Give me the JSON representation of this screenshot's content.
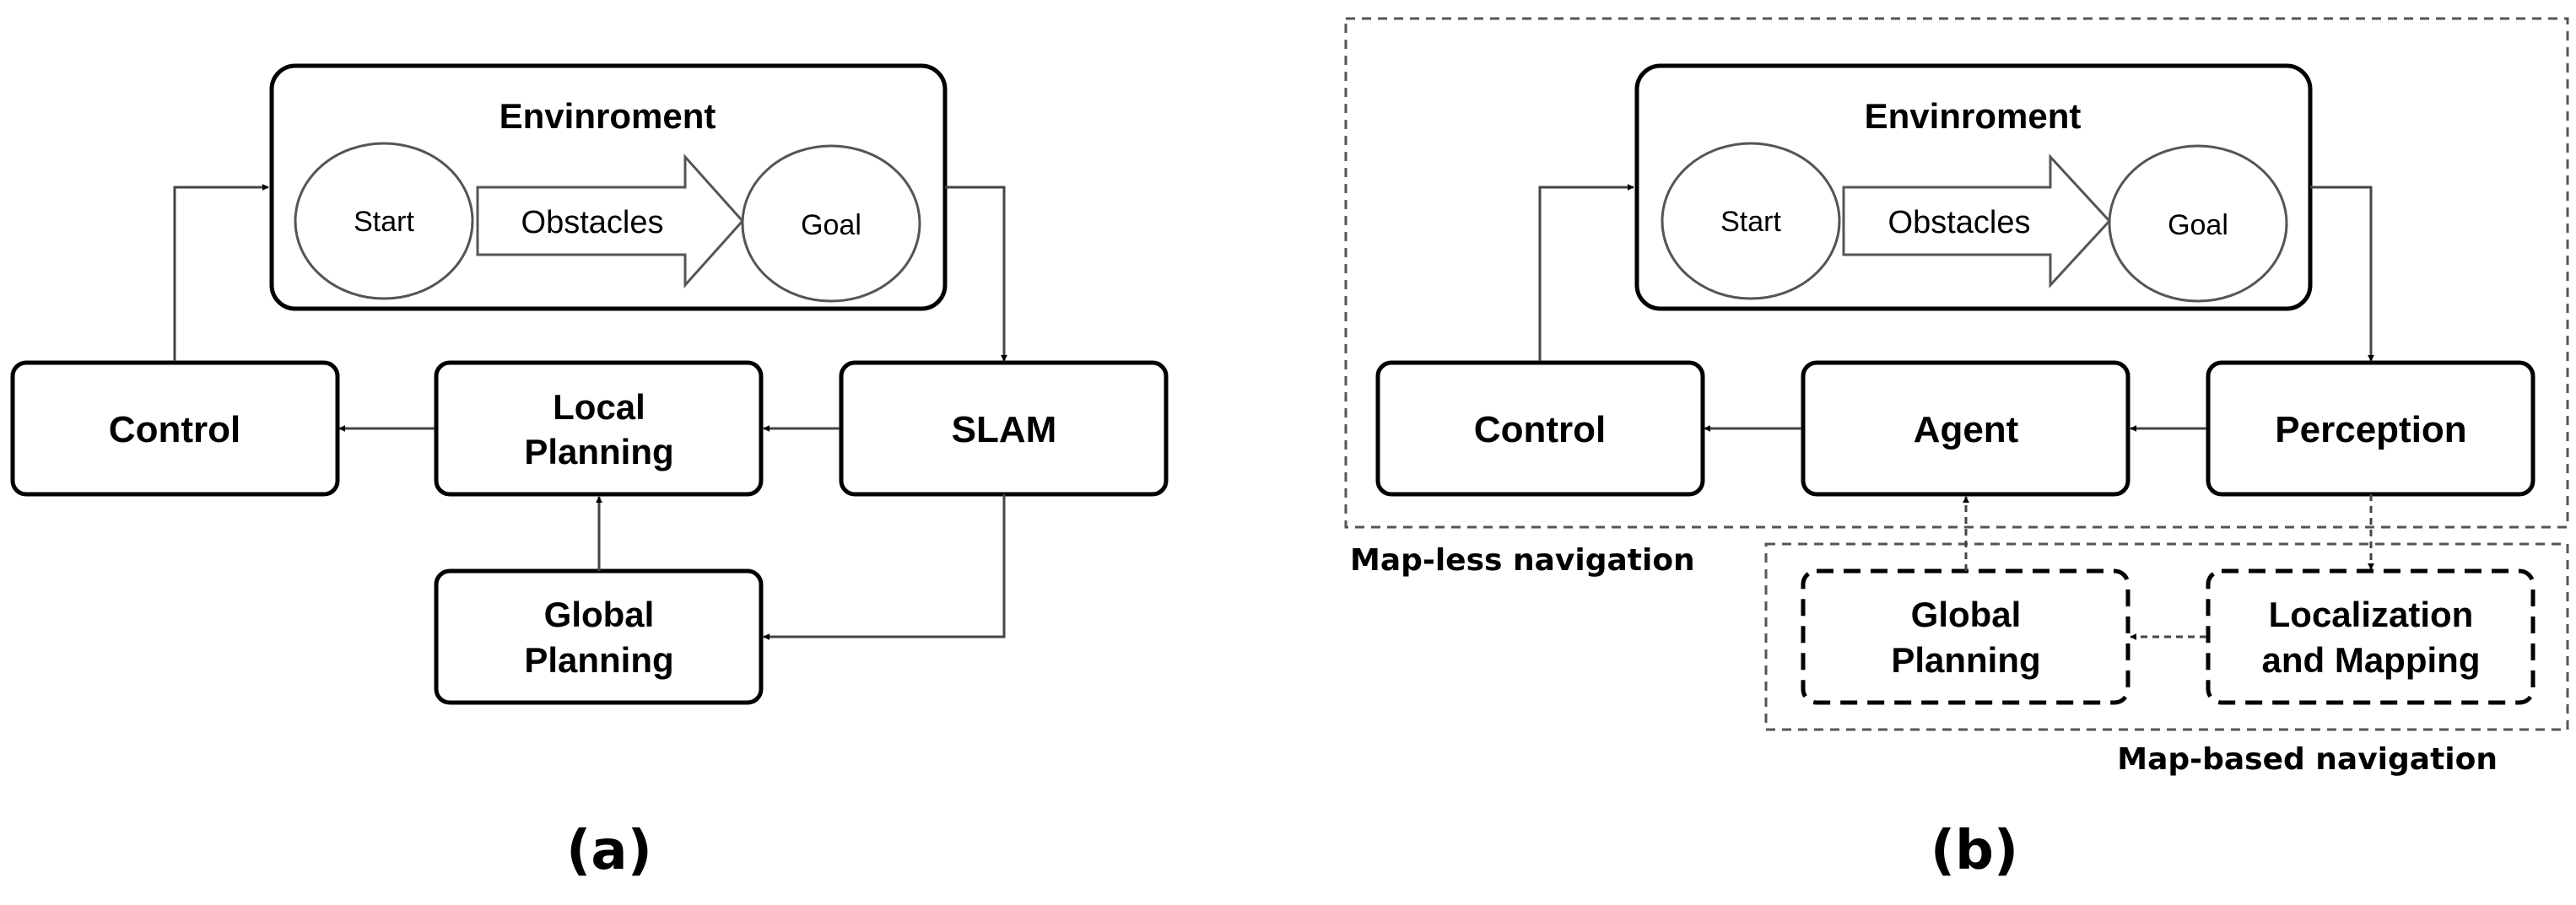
{
  "panel_a": {
    "environment": {
      "title": "Envinroment",
      "start": "Start",
      "obstacles": "Obstacles",
      "goal": "Goal"
    },
    "control": "Control",
    "local_planning": [
      "Local",
      "Planning"
    ],
    "slam": "SLAM",
    "global_planning": [
      "Global",
      "Planning"
    ],
    "caption": "(a)"
  },
  "panel_b": {
    "environment": {
      "title": "Envinroment",
      "start": "Start",
      "obstacles": "Obstacles",
      "goal": "Goal"
    },
    "control": "Control",
    "agent": "Agent",
    "perception": "Perception",
    "global_planning": [
      "Global",
      "Planning"
    ],
    "localization": [
      "Localization",
      "and Mapping"
    ],
    "mapless_label": "Map-less navigation",
    "mapbased_label": "Map-based navigation",
    "caption": "(b)"
  },
  "colors": {
    "stroke": "#000000",
    "region_stroke": "#555555",
    "connector": "#444444"
  }
}
